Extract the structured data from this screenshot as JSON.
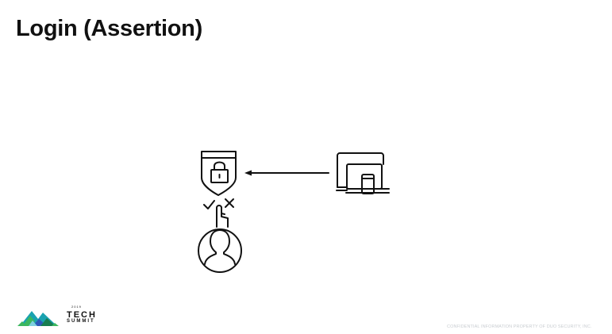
{
  "slide": {
    "title": "Login (Assertion)"
  },
  "diagram": {
    "icons": {
      "shield": "lock-shield-icon",
      "check": "check-icon",
      "cross": "x-icon",
      "hand": "pointing-hand-icon",
      "user": "user-icon",
      "arrow": "left-arrow-icon",
      "devices": "devices-icon"
    },
    "colors": {
      "stroke": "#111111",
      "background": "#ffffff"
    }
  },
  "branding": {
    "year": "2019",
    "line1": "TECH",
    "line2": "SUMMIT",
    "logo": "mountain-logo",
    "colors": {
      "teal": "#1aa2b0",
      "green": "#3cb75f",
      "blue": "#2d58b8",
      "dark_green": "#177d4f"
    }
  },
  "footer": {
    "confidential": "CONFIDENTIAL INFORMATION PROPERTY OF DUO SECURITY, INC."
  }
}
